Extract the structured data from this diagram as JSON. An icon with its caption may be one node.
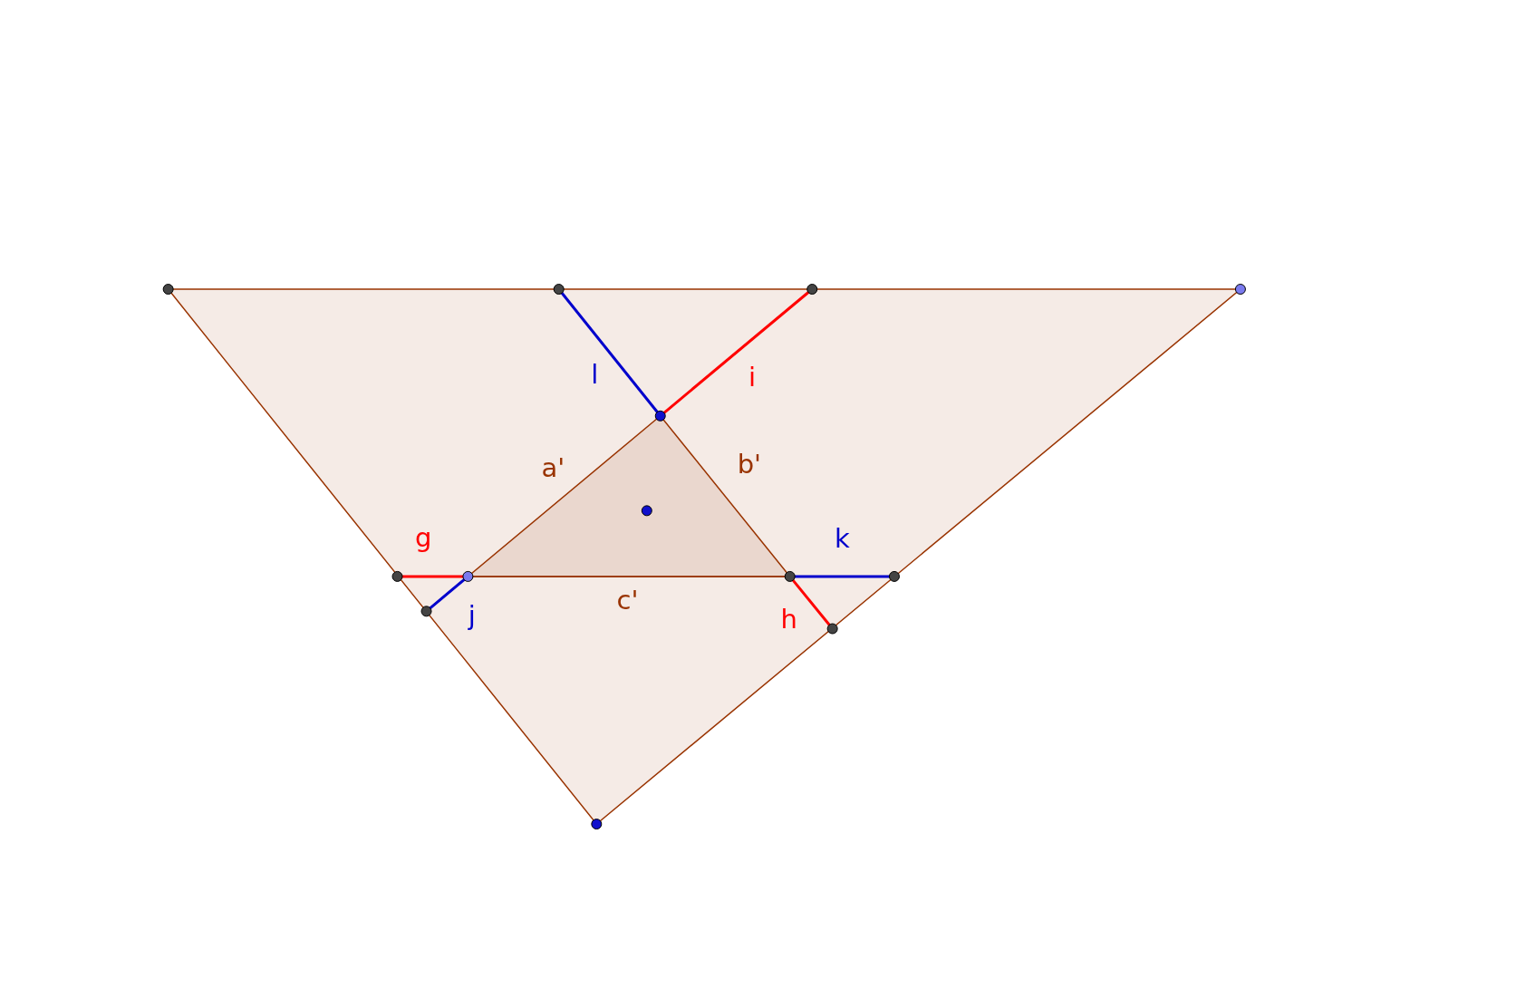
{
  "diagram": {
    "labels": [
      "l",
      "i",
      "a'",
      "b'",
      "g",
      "k",
      "c'",
      "j",
      "h"
    ]
  }
}
